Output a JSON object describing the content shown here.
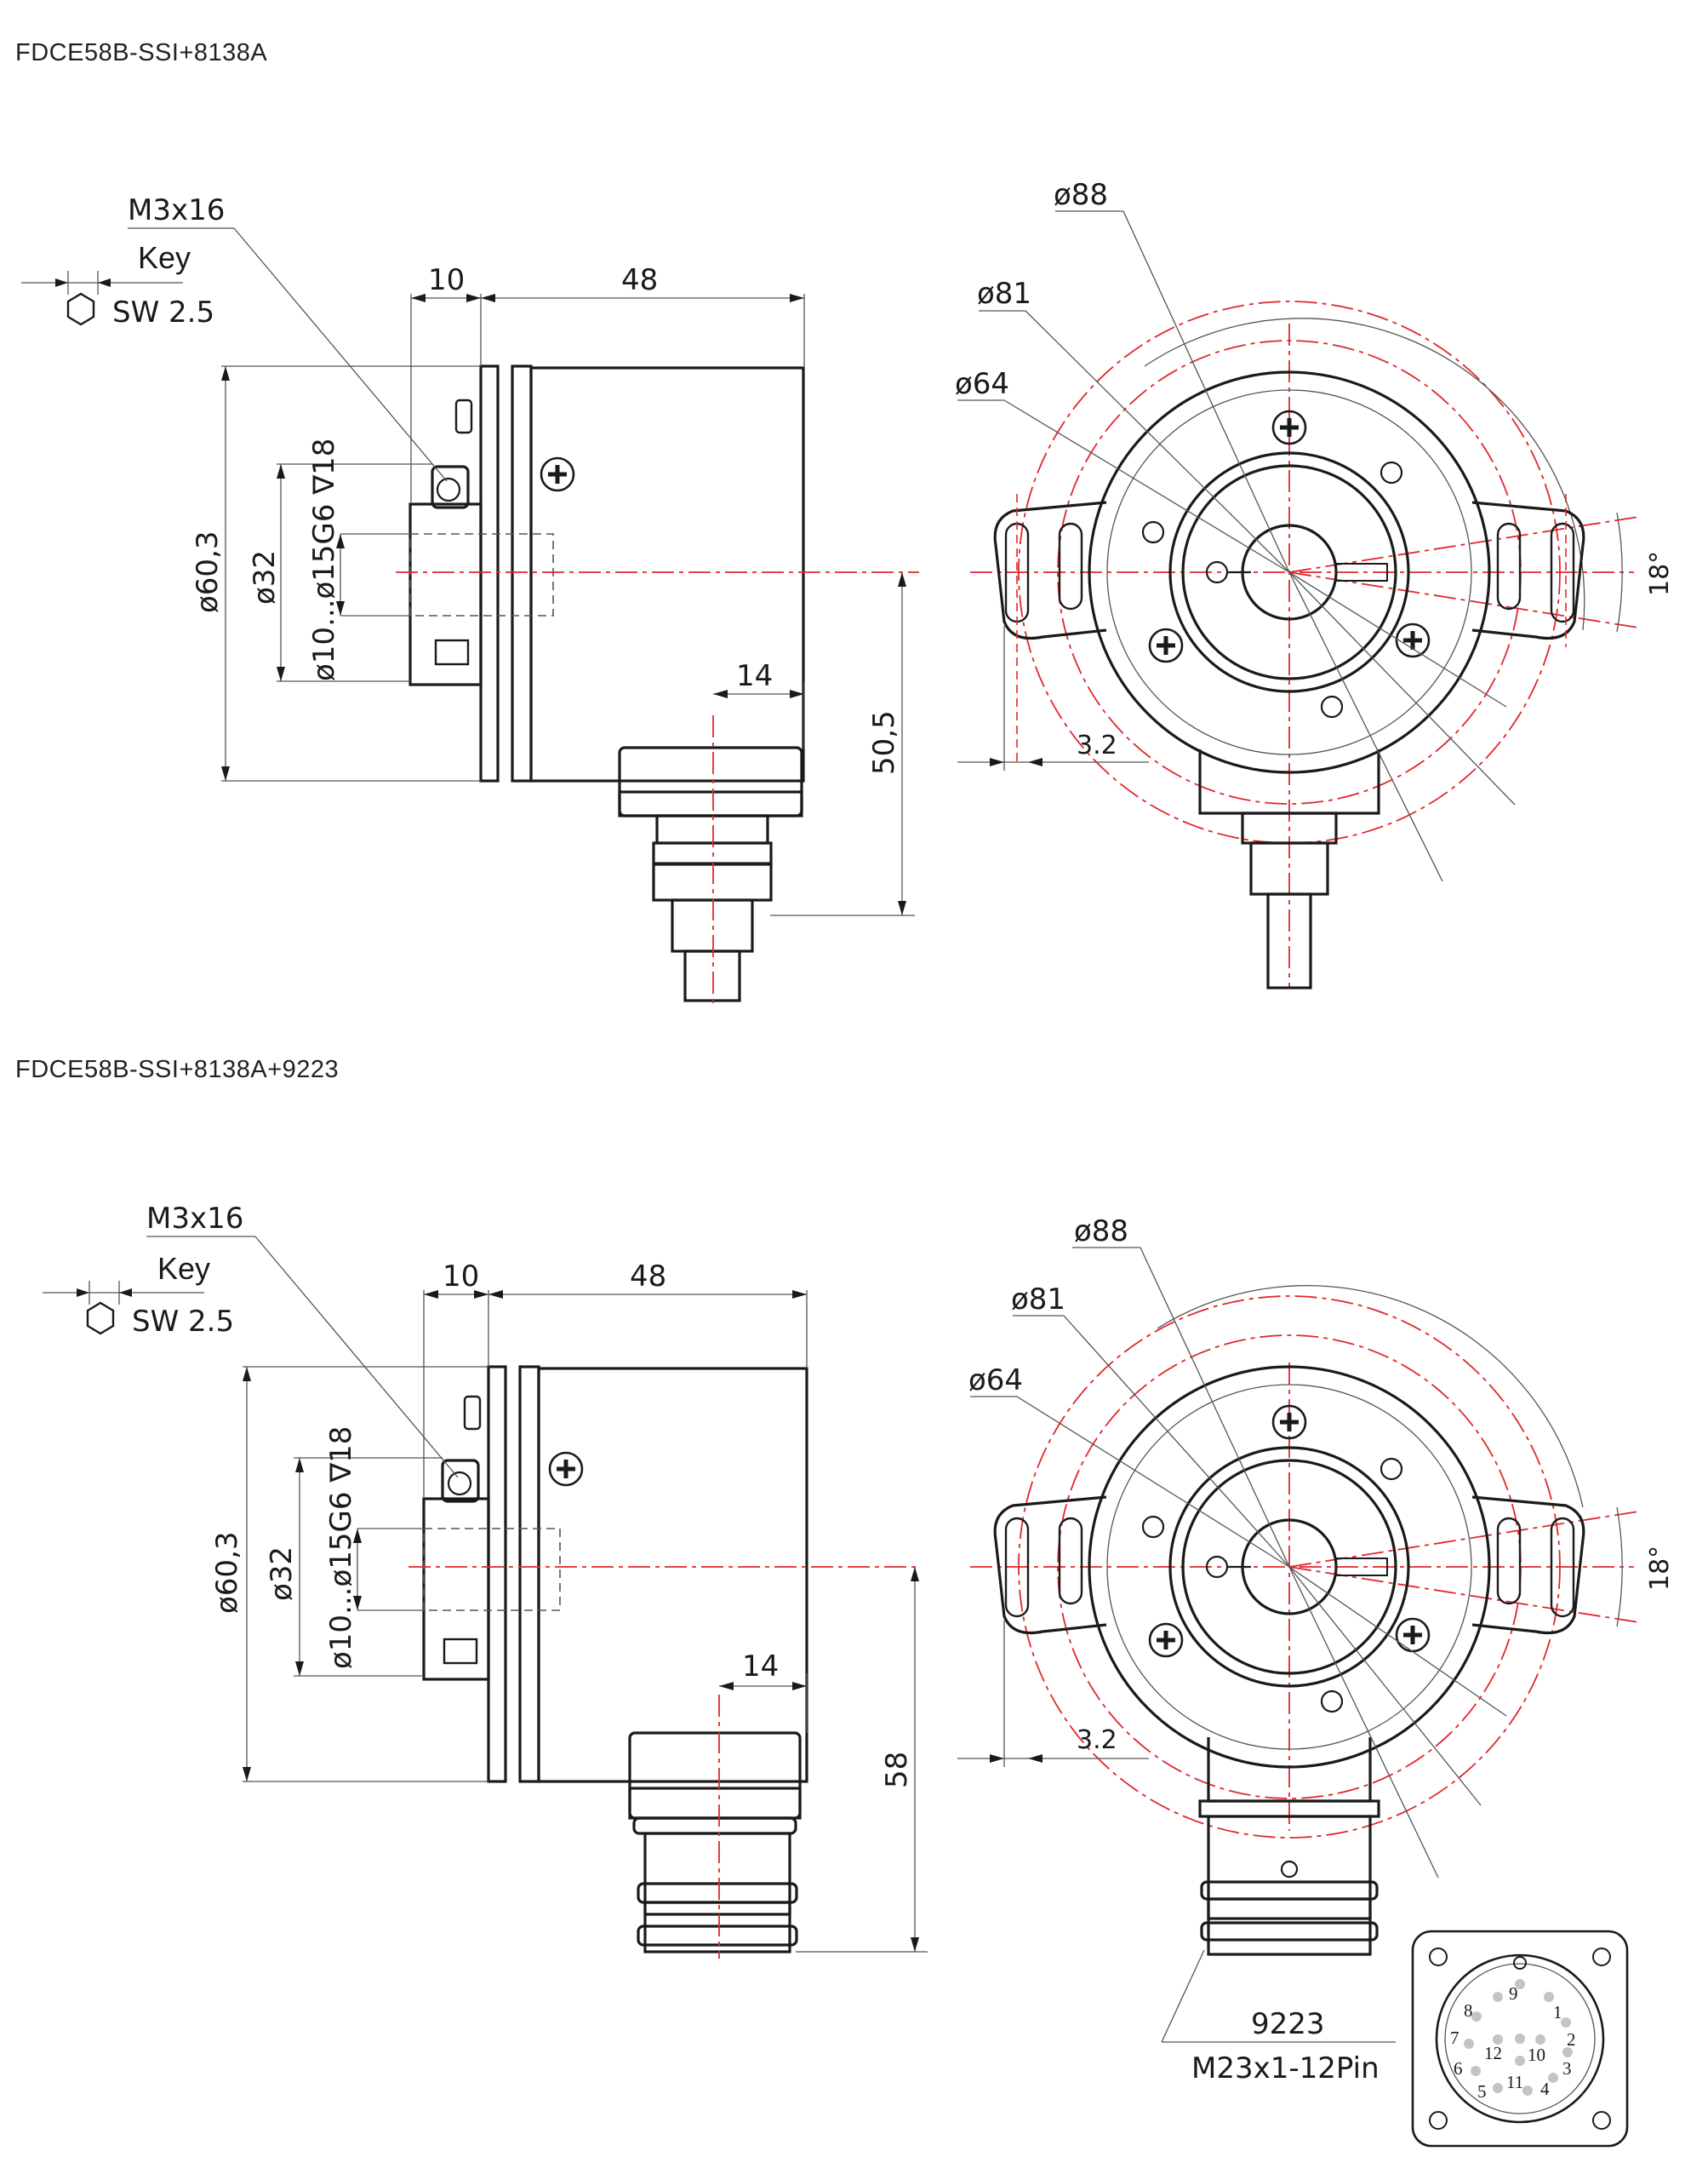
{
  "drawing_1": {
    "title": "FDCE58B-SSI+8138A",
    "screw_label": "M3x16",
    "key_label": "Key",
    "sw_label": "SW  2.5",
    "dim_flange": "10",
    "dim_body": "48",
    "dim_dia_body": "ø60,3",
    "dim_dia_32": "ø32",
    "dim_bore": "ø10...ø15G6 ∇18",
    "dim_conn_offset": "14",
    "dim_height": "50,5",
    "dim_d88": "ø88",
    "dim_d81": "ø81",
    "dim_d64": "ø64",
    "dim_slot": "3.2",
    "dim_angle": "18°"
  },
  "drawing_2": {
    "title": "FDCE58B-SSI+8138A+9223",
    "screw_label": "M3x16",
    "key_label": "Key",
    "sw_label": "SW  2.5",
    "dim_flange": "10",
    "dim_body": "48",
    "dim_dia_body": "ø60,3",
    "dim_dia_32": "ø32",
    "dim_bore": "ø10...ø15G6 ∇18",
    "dim_conn_offset": "14",
    "dim_height": "58",
    "dim_d88": "ø88",
    "dim_d81": "ø81",
    "dim_d64": "ø64",
    "dim_slot": "3.2",
    "dim_angle": "18°",
    "connector_code": "9223",
    "connector_spec": "M23x1-12Pin",
    "pins": [
      "1",
      "2",
      "3",
      "4",
      "5",
      "6",
      "7",
      "8",
      "9",
      "10",
      "11",
      "12"
    ]
  },
  "colors": {
    "centerline": "#e0282c",
    "outline": "#1a1a1a",
    "pin_dot": "#c4c4c4"
  }
}
